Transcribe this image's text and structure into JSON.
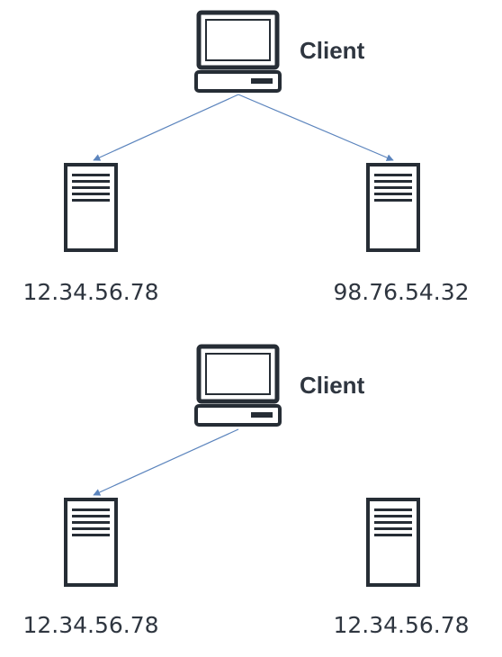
{
  "colors": {
    "icon": "#262d35",
    "text": "#2f3640",
    "arrow": "#5b84bd"
  },
  "icons": {
    "client": "desktop-computer-icon",
    "server": "server-tower-icon"
  },
  "scenarios": [
    {
      "client_label": "Client",
      "servers": [
        {
          "address": "12.34.56.78",
          "receives_request": true
        },
        {
          "address": "98.76.54.32",
          "receives_request": true
        }
      ]
    },
    {
      "client_label": "Client",
      "servers": [
        {
          "address": "12.34.56.78",
          "receives_request": true
        },
        {
          "address": "12.34.56.78",
          "receives_request": false
        }
      ]
    }
  ]
}
